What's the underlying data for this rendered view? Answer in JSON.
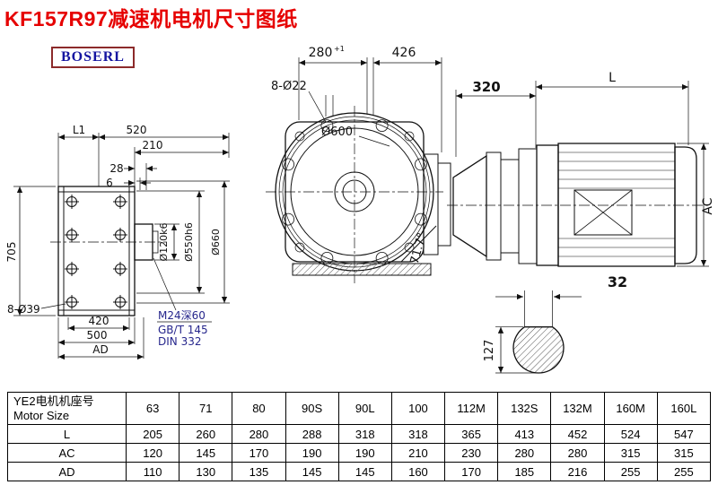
{
  "title": "KF157R97减速机电机尺寸图纸",
  "brand": {
    "logo_text": "BOSERL"
  },
  "colors": {
    "title": "#e60000",
    "logo_text": "#1414a0",
    "logo_border": "#8c2a2a",
    "annotation": "#26268c",
    "line": "#111111"
  },
  "side_view": {
    "dim_705": "705",
    "dim_L1": "L1",
    "dim_520": "520",
    "dim_210": "210",
    "dim_28": "28",
    "dim_6": "6",
    "holes_label": "8-Ø39",
    "dim_420": "420",
    "dim_500": "500",
    "dim_AD": "AD",
    "shaft_dia": "Ø120k6",
    "spigot_dia": "Ø550h6",
    "flange_dia": "Ø660",
    "tap_note": "M24深60",
    "std_gb": "GB/T 145",
    "std_din": "DIN 332"
  },
  "front_view": {
    "dim_280": "280",
    "dim_280_tol": "+1",
    "dim_426": "426",
    "holes_label": "8-Ø22",
    "flange_dia": "Ø600",
    "angle_label": "71.7°"
  },
  "motor_view": {
    "dim_320": "320",
    "dim_L": "L",
    "dim_AC": "AC"
  },
  "shaft_view": {
    "dim_32": "32",
    "dim_127": "127"
  },
  "table": {
    "header_cn": "YE2电机机座号",
    "header_en": "Motor Size",
    "sizes": [
      "63",
      "71",
      "80",
      "90S",
      "90L",
      "100",
      "112M",
      "132S",
      "132M",
      "160M",
      "160L"
    ],
    "rows": [
      {
        "label": "L",
        "values": [
          "205",
          "260",
          "280",
          "288",
          "318",
          "318",
          "365",
          "413",
          "452",
          "524",
          "547"
        ]
      },
      {
        "label": "AC",
        "values": [
          "120",
          "145",
          "170",
          "190",
          "190",
          "210",
          "230",
          "280",
          "280",
          "315",
          "315"
        ]
      },
      {
        "label": "AD",
        "values": [
          "110",
          "130",
          "135",
          "145",
          "145",
          "160",
          "170",
          "185",
          "216",
          "255",
          "255"
        ]
      }
    ]
  }
}
